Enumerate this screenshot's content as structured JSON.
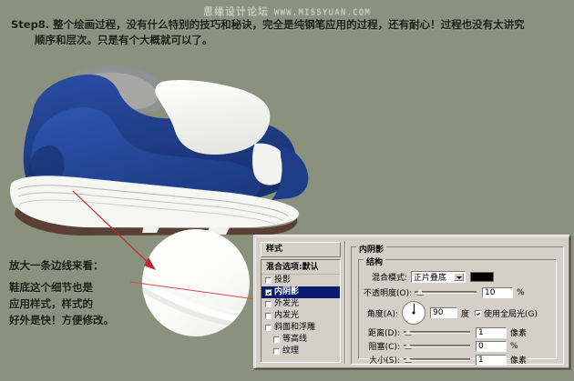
{
  "watermark": {
    "forum": "思缘设计论坛",
    "site": "WWW.MISSYUAN.COM"
  },
  "caption": {
    "line1": "Step8. 整个绘画过程，没有什么特别的技巧和秘诀，完全是纯钢笔应用的过程，还有耐心！过程也没有太讲究",
    "line2": "顺序和层次。只是有个大概就可以了。"
  },
  "annotation": {
    "heading": "放大一条边线来看：",
    "body_line1": "鞋底这个细节也是",
    "body_line2": "应用样式，样式的",
    "body_line3": "好外是快！方便修改。"
  },
  "artwork": {
    "shoe_name": "blue-sneaker-illustration",
    "colors": {
      "background": "#8b917f",
      "shoe_blue_dark": "#1b3a84",
      "shoe_blue_mid": "#224396",
      "shoe_blue_light": "#2d51a8",
      "shoe_white": "#f4f4f0",
      "shoe_gray": "#9a9a97",
      "shoe_gray_dark": "#7e8081",
      "sole_brown": "#5a4034",
      "accent_red": "#c0272d"
    },
    "magnifier_label": "magnified-edge-detail"
  },
  "dialog": {
    "styles_panel": {
      "title": "样式",
      "items": [
        {
          "label": "混合选项:默认",
          "type": "plain",
          "checked": false,
          "selected": false,
          "indent": false
        },
        {
          "label": "投影",
          "type": "check",
          "checked": false,
          "selected": false,
          "indent": false
        },
        {
          "label": "内阴影",
          "type": "check",
          "checked": true,
          "selected": true,
          "indent": false
        },
        {
          "label": "外发光",
          "type": "check",
          "checked": false,
          "selected": false,
          "indent": false
        },
        {
          "label": "内发光",
          "type": "check",
          "checked": false,
          "selected": false,
          "indent": false
        },
        {
          "label": "斜面和浮雕",
          "type": "check",
          "checked": false,
          "selected": false,
          "indent": false
        },
        {
          "label": "等高线",
          "type": "check",
          "checked": false,
          "selected": false,
          "indent": true
        },
        {
          "label": "纹理",
          "type": "check",
          "checked": false,
          "selected": false,
          "indent": true
        }
      ]
    },
    "inner_shadow": {
      "group_title": "内阴影",
      "structure_title": "结构",
      "blend_mode": {
        "label": "混合模式:",
        "value": "正片叠底",
        "color": "#000000"
      },
      "opacity": {
        "label": "不透明度(O):",
        "value": "10",
        "unit": "%"
      },
      "angle": {
        "label": "角度(A):",
        "value": "90",
        "unit": "度",
        "global_light_label": "使用全局光(G)",
        "global_light_checked": true
      },
      "distance": {
        "label": "距离(D):",
        "value": "1",
        "unit": "像素"
      },
      "choke": {
        "label": "阻塞(C):",
        "value": "0",
        "unit": "%"
      },
      "size": {
        "label": "大小(S):",
        "value": "1",
        "unit": "像素"
      }
    }
  }
}
